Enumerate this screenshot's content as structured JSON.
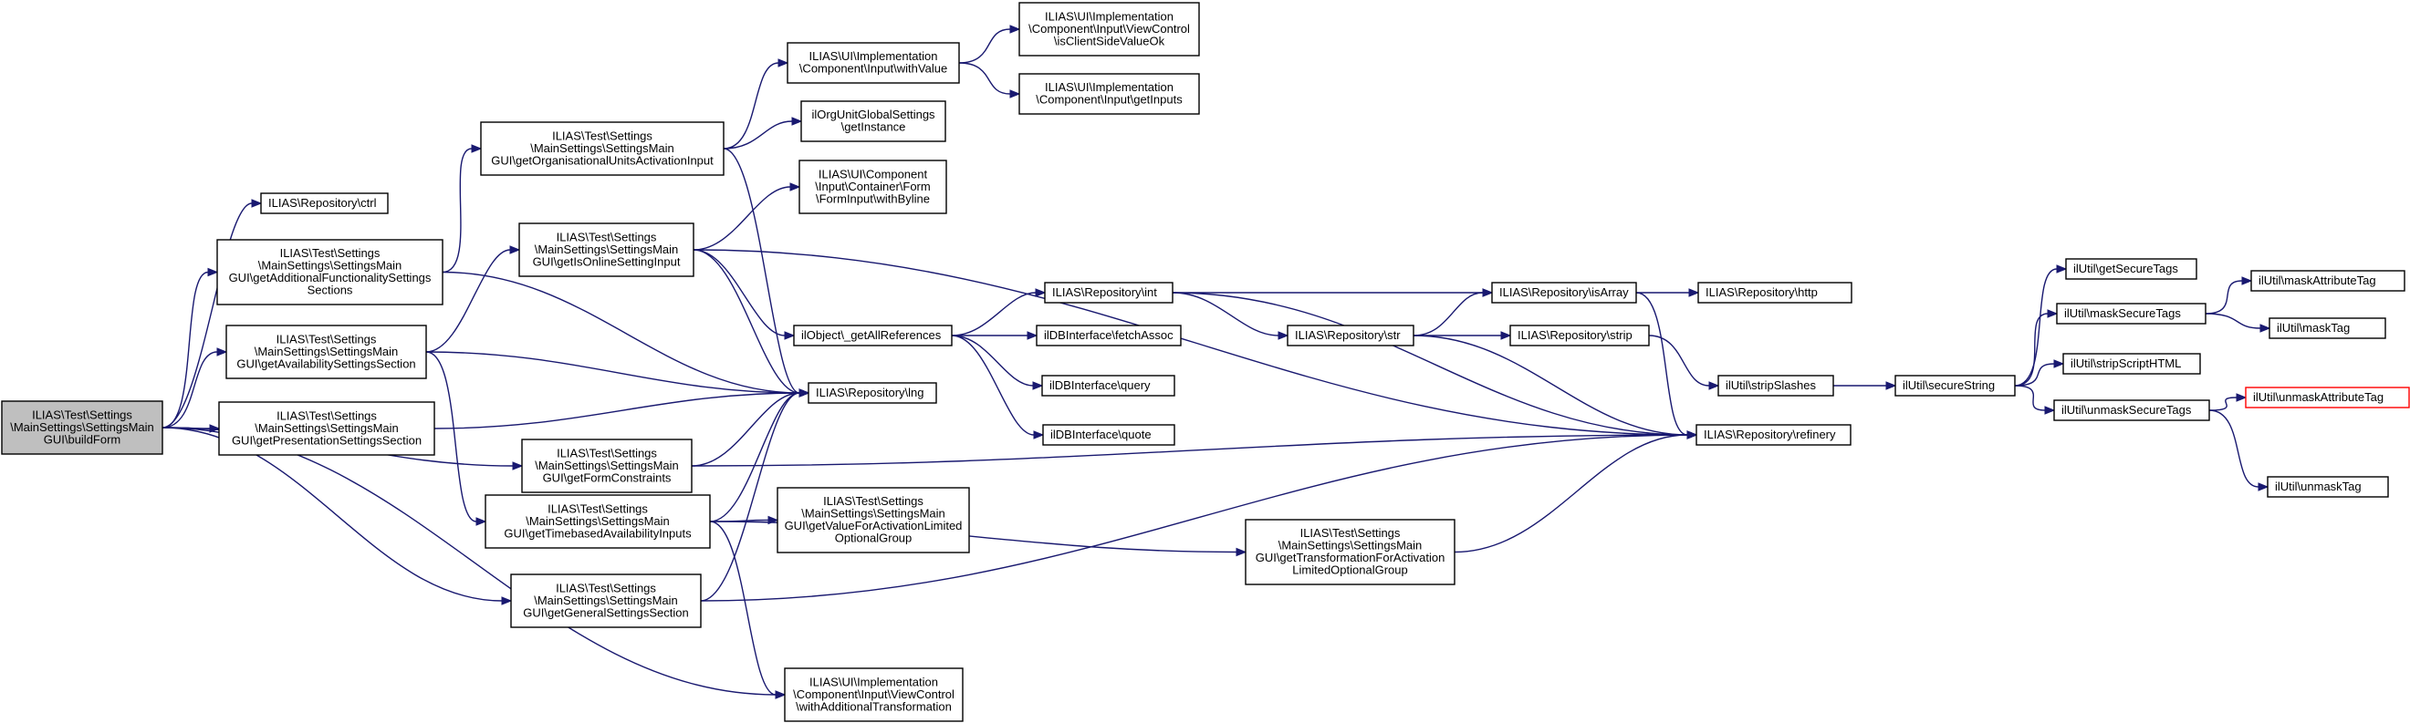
{
  "nodes": [
    {
      "id": "n0",
      "name": "build-form-node",
      "lines": [
        "ILIAS\\Test\\Settings",
        "\\MainSettings\\SettingsMain",
        "GUI\\buildForm"
      ],
      "style": "root"
    },
    {
      "id": "n1",
      "name": "repository-ctrl-node",
      "lines": [
        "ILIAS\\Repository\\ctrl"
      ]
    },
    {
      "id": "n2",
      "name": "get-additional-functionality-settings-sections-node",
      "lines": [
        "ILIAS\\Test\\Settings",
        "\\MainSettings\\SettingsMain",
        "GUI\\getAdditionalFunctionalitySettings",
        "Sections"
      ]
    },
    {
      "id": "n3",
      "name": "get-availability-settings-section-node",
      "lines": [
        "ILIAS\\Test\\Settings",
        "\\MainSettings\\SettingsMain",
        "GUI\\getAvailabilitySettingsSection"
      ]
    },
    {
      "id": "n4",
      "name": "get-presentation-settings-section-node",
      "lines": [
        "ILIAS\\Test\\Settings",
        "\\MainSettings\\SettingsMain",
        "GUI\\getPresentationSettingsSection"
      ]
    },
    {
      "id": "n5",
      "name": "get-organisational-units-activation-input-node",
      "lines": [
        "ILIAS\\Test\\Settings",
        "\\MainSettings\\SettingsMain",
        "GUI\\getOrganisationalUnitsActivationInput"
      ]
    },
    {
      "id": "n6",
      "name": "get-is-online-setting-input-node",
      "lines": [
        "ILIAS\\Test\\Settings",
        "\\MainSettings\\SettingsMain",
        "GUI\\getIsOnlineSettingInput"
      ]
    },
    {
      "id": "n7",
      "name": "get-form-constraints-node",
      "lines": [
        "ILIAS\\Test\\Settings",
        "\\MainSettings\\SettingsMain",
        "GUI\\getFormConstraints"
      ]
    },
    {
      "id": "n8",
      "name": "get-timebased-availability-inputs-node",
      "lines": [
        "ILIAS\\Test\\Settings",
        "\\MainSettings\\SettingsMain",
        "GUI\\getTimebasedAvailabilityInputs"
      ]
    },
    {
      "id": "n9",
      "name": "get-general-settings-section-node",
      "lines": [
        "ILIAS\\Test\\Settings",
        "\\MainSettings\\SettingsMain",
        "GUI\\getGeneralSettingsSection"
      ]
    },
    {
      "id": "n10",
      "name": "with-value-node",
      "lines": [
        "ILIAS\\UI\\Implementation",
        "\\Component\\Input\\withValue"
      ]
    },
    {
      "id": "n11",
      "name": "org-unit-global-settings-get-instance-node",
      "lines": [
        "ilOrgUnitGlobalSettings",
        "\\getInstance"
      ]
    },
    {
      "id": "n12",
      "name": "form-input-with-byline-node",
      "lines": [
        "ILIAS\\UI\\Component",
        "\\Input\\Container\\Form",
        "\\FormInput\\withByline"
      ]
    },
    {
      "id": "n13",
      "name": "get-all-references-node",
      "lines": [
        "ilObject\\_getAllReferences"
      ]
    },
    {
      "id": "n14",
      "name": "repository-lng-node",
      "lines": [
        "ILIAS\\Repository\\lng"
      ]
    },
    {
      "id": "n15",
      "name": "get-value-for-activation-limited-optional-group-node",
      "lines": [
        "ILIAS\\Test\\Settings",
        "\\MainSettings\\SettingsMain",
        "GUI\\getValueForActivationLimited",
        "OptionalGroup"
      ]
    },
    {
      "id": "n16",
      "name": "with-additional-transformation-node",
      "lines": [
        "ILIAS\\UI\\Implementation",
        "\\Component\\Input\\ViewControl",
        "\\withAdditionalTransformation"
      ]
    },
    {
      "id": "n17",
      "name": "is-client-side-value-ok-node",
      "lines": [
        "ILIAS\\UI\\Implementation",
        "\\Component\\Input\\ViewControl",
        "\\isClientSideValueOk"
      ]
    },
    {
      "id": "n18",
      "name": "get-inputs-node",
      "lines": [
        "ILIAS\\UI\\Implementation",
        "\\Component\\Input\\getInputs"
      ]
    },
    {
      "id": "n19",
      "name": "repository-int-node",
      "lines": [
        "ILIAS\\Repository\\int"
      ]
    },
    {
      "id": "n20",
      "name": "db-fetch-assoc-node",
      "lines": [
        "ilDBInterface\\fetchAssoc"
      ]
    },
    {
      "id": "n21",
      "name": "db-query-node",
      "lines": [
        "ilDBInterface\\query"
      ]
    },
    {
      "id": "n22",
      "name": "db-quote-node",
      "lines": [
        "ilDBInterface\\quote"
      ]
    },
    {
      "id": "n23",
      "name": "repository-str-node",
      "lines": [
        "ILIAS\\Repository\\str"
      ]
    },
    {
      "id": "n24",
      "name": "get-transformation-for-activation-limited-optional-group-node",
      "lines": [
        "ILIAS\\Test\\Settings",
        "\\MainSettings\\SettingsMain",
        "GUI\\getTransformationForActivation",
        "LimitedOptionalGroup"
      ]
    },
    {
      "id": "n25",
      "name": "repository-is-array-node",
      "lines": [
        "ILIAS\\Repository\\isArray"
      ]
    },
    {
      "id": "n26",
      "name": "repository-strip-node",
      "lines": [
        "ILIAS\\Repository\\strip"
      ]
    },
    {
      "id": "n27",
      "name": "repository-refinery-node",
      "lines": [
        "ILIAS\\Repository\\refinery"
      ]
    },
    {
      "id": "n28",
      "name": "repository-http-node",
      "lines": [
        "ILIAS\\Repository\\http"
      ]
    },
    {
      "id": "n29",
      "name": "util-strip-slashes-node",
      "lines": [
        "ilUtil\\stripSlashes"
      ]
    },
    {
      "id": "n30",
      "name": "util-secure-string-node",
      "lines": [
        "ilUtil\\secureString"
      ]
    },
    {
      "id": "n31",
      "name": "util-get-secure-tags-node",
      "lines": [
        "ilUtil\\getSecureTags"
      ]
    },
    {
      "id": "n32",
      "name": "util-mask-secure-tags-node",
      "lines": [
        "ilUtil\\maskSecureTags"
      ]
    },
    {
      "id": "n33",
      "name": "util-strip-script-html-node",
      "lines": [
        "ilUtil\\stripScriptHTML"
      ]
    },
    {
      "id": "n34",
      "name": "util-unmask-secure-tags-node",
      "lines": [
        "ilUtil\\unmaskSecureTags"
      ]
    },
    {
      "id": "n35",
      "name": "util-mask-attribute-tag-node",
      "lines": [
        "ilUtil\\maskAttributeTag"
      ]
    },
    {
      "id": "n36",
      "name": "util-mask-tag-node",
      "lines": [
        "ilUtil\\maskTag"
      ]
    },
    {
      "id": "n37",
      "name": "util-unmask-attribute-tag-node",
      "lines": [
        "ilUtil\\unmaskAttributeTag"
      ],
      "style": "hl"
    },
    {
      "id": "n38",
      "name": "util-unmask-tag-node",
      "lines": [
        "ilUtil\\unmaskTag"
      ]
    }
  ],
  "edges": [
    [
      "n0",
      "n1"
    ],
    [
      "n0",
      "n2"
    ],
    [
      "n0",
      "n3"
    ],
    [
      "n0",
      "n4"
    ],
    [
      "n0",
      "n7"
    ],
    [
      "n0",
      "n9"
    ],
    [
      "n0",
      "n16"
    ],
    [
      "n2",
      "n5"
    ],
    [
      "n2",
      "n14"
    ],
    [
      "n3",
      "n6"
    ],
    [
      "n3",
      "n14"
    ],
    [
      "n3",
      "n8"
    ],
    [
      "n4",
      "n14"
    ],
    [
      "n5",
      "n10"
    ],
    [
      "n5",
      "n11"
    ],
    [
      "n5",
      "n14"
    ],
    [
      "n6",
      "n12"
    ],
    [
      "n6",
      "n13"
    ],
    [
      "n6",
      "n14"
    ],
    [
      "n6",
      "n27"
    ],
    [
      "n7",
      "n14"
    ],
    [
      "n7",
      "n27"
    ],
    [
      "n8",
      "n14"
    ],
    [
      "n8",
      "n15"
    ],
    [
      "n8",
      "n24"
    ],
    [
      "n8",
      "n16"
    ],
    [
      "n9",
      "n14"
    ],
    [
      "n9",
      "n27"
    ],
    [
      "n10",
      "n17"
    ],
    [
      "n10",
      "n18"
    ],
    [
      "n13",
      "n19"
    ],
    [
      "n13",
      "n20"
    ],
    [
      "n13",
      "n21"
    ],
    [
      "n13",
      "n22"
    ],
    [
      "n19",
      "n25"
    ],
    [
      "n19",
      "n23"
    ],
    [
      "n19",
      "n27"
    ],
    [
      "n23",
      "n25"
    ],
    [
      "n23",
      "n26"
    ],
    [
      "n23",
      "n27"
    ],
    [
      "n24",
      "n27"
    ],
    [
      "n25",
      "n28"
    ],
    [
      "n25",
      "n27"
    ],
    [
      "n26",
      "n29"
    ],
    [
      "n29",
      "n30"
    ],
    [
      "n30",
      "n31"
    ],
    [
      "n30",
      "n32"
    ],
    [
      "n30",
      "n33"
    ],
    [
      "n30",
      "n34"
    ],
    [
      "n32",
      "n35"
    ],
    [
      "n32",
      "n36"
    ],
    [
      "n34",
      "n37"
    ],
    [
      "n34",
      "n38"
    ]
  ],
  "colors": {
    "edge": "#191970",
    "root_fill": "#bfbfbf",
    "highlight_border": "#ff0000",
    "node_border": "#000000"
  }
}
